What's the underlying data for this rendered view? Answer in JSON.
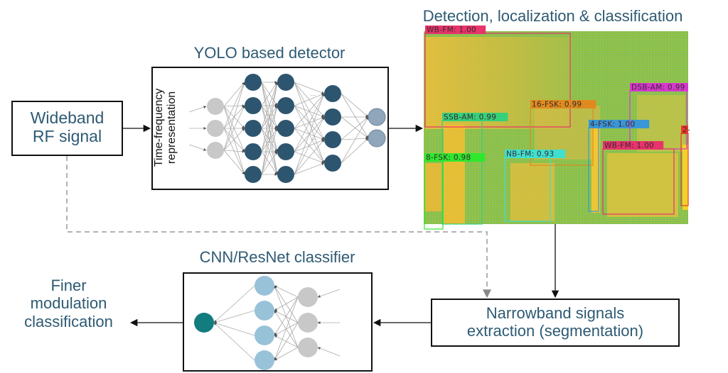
{
  "blocks": {
    "input": {
      "line1": "Wideband",
      "line2": "RF signal"
    },
    "yolo": {
      "title": "YOLO based detector",
      "side_label_line1": "Time-frequency",
      "side_label_line2": "representation",
      "ellipsis": "..."
    },
    "detection": {
      "title": "Detection, localization & classification"
    },
    "extraction": {
      "line1": "Narrowband signals",
      "line2": "extraction (segmentation)"
    },
    "cnn": {
      "title": "CNN/ResNet classifier"
    },
    "output": {
      "line1": "Finer",
      "line2": "modulation",
      "line3": "classification"
    }
  },
  "detections": [
    {
      "label": "WB-FM: 1.00",
      "color": "#e8336b"
    },
    {
      "label": "16-FSK: 0.99",
      "color": "#e08a1e"
    },
    {
      "label": "SSB-AM: 0.99",
      "color": "#35d07a"
    },
    {
      "label": "8-FSK: 0.98",
      "color": "#2ee82e"
    },
    {
      "label": "NB-FM: 0.93",
      "color": "#3fe0d0"
    },
    {
      "label": "4-FSK: 1.00",
      "color": "#3a96d6"
    },
    {
      "label": "DSB-AM: 0.99",
      "color": "#d838d0"
    },
    {
      "label": "WB-FM: 1.00",
      "color": "#e8336b"
    },
    {
      "label": "2-",
      "color": "#e83a2a"
    }
  ],
  "colors": {
    "text": "#2e5a73",
    "node_dark": "#2d5570",
    "node_gray": "#c8c8c8",
    "node_out": "#8fa6bb",
    "node_light_blue": "#98c2d8",
    "node_teal": "#127c7f",
    "spectrogram_bg": "#8fc24a",
    "signal_yellow": "#f0c23a"
  }
}
